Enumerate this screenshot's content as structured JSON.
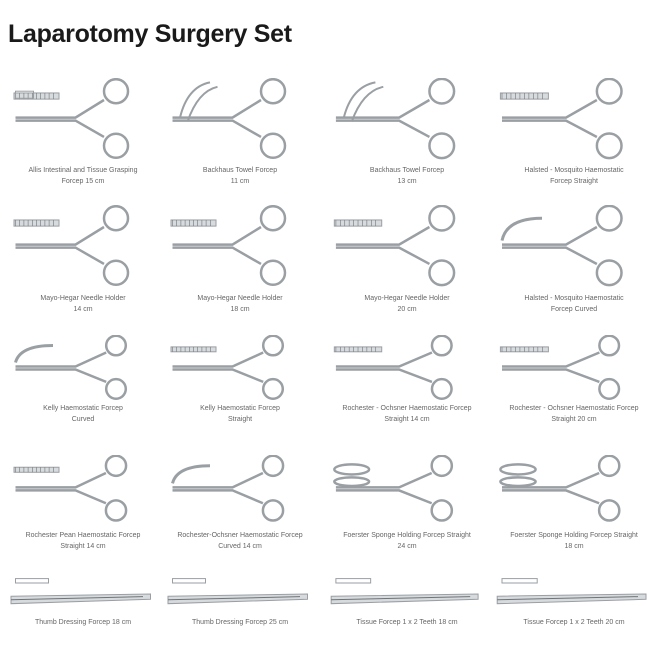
{
  "page": {
    "title": "Laparotomy Surgery Set"
  },
  "rows": [
    [
      {
        "icon": "allis-forcep-icon",
        "caption_1": "Allis Intestinal and Tissue Grasping",
        "caption_2": "Forcep 15 cm"
      },
      {
        "icon": "towel-forcep-icon",
        "caption_1": "Backhaus Towel Forcep",
        "caption_2": "11 cm"
      },
      {
        "icon": "towel-forcep-icon",
        "caption_1": "Backhaus Towel Forcep",
        "caption_2": "13 cm"
      },
      {
        "icon": "straight-forcep-icon",
        "caption_1": "Halsted - Mosquito Haemostatic",
        "caption_2": "Forcep Straight"
      }
    ],
    [
      {
        "icon": "needle-holder-icon",
        "caption_1": "Mayo-Hegar Needle Holder",
        "caption_2": "14 cm"
      },
      {
        "icon": "needle-holder-icon",
        "caption_1": "Mayo-Hegar Needle Holder",
        "caption_2": "18 cm"
      },
      {
        "icon": "needle-holder-icon",
        "caption_1": "Mayo-Hegar Needle Holder",
        "caption_2": "20 cm"
      },
      {
        "icon": "curved-forcep-icon",
        "caption_1": "Halsted - Mosquito Haemostatic",
        "caption_2": "Forcep Curved"
      }
    ],
    [
      {
        "icon": "curved-forcep-icon",
        "caption_1": "Kelly Haemostatic Forcep",
        "caption_2": "Curved"
      },
      {
        "icon": "straight-forcep-icon",
        "caption_1": "Kelly Haemostatic Forcep",
        "caption_2": "Straight"
      },
      {
        "icon": "straight-forcep-icon",
        "caption_1": "Rochester - Ochsner Haemostatic Forcep",
        "caption_2": "Straight 14 cm"
      },
      {
        "icon": "straight-forcep-icon",
        "caption_1": "Rochester - Ochsner Haemostatic Forcep",
        "caption_2": "Straight 20 cm"
      }
    ],
    [
      {
        "icon": "straight-forcep-icon",
        "caption_1": "Rochester Pean Haemostatic Forcep",
        "caption_2": "Straight 14 cm"
      },
      {
        "icon": "curved-forcep-icon",
        "caption_1": "Rochester-Ochsner Haemostatic Forcep",
        "caption_2": "Curved 14 cm"
      },
      {
        "icon": "sponge-forcep-icon",
        "caption_1": "Foerster Sponge Holding Forcep Straight",
        "caption_2": "24 cm"
      },
      {
        "icon": "sponge-forcep-icon",
        "caption_1": "Foerster Sponge Holding Forcep Straight",
        "caption_2": "18 cm"
      }
    ],
    [
      {
        "icon": "thumb-forcep-icon",
        "caption_1": "Thumb Dressing Forcep 18 cm",
        "caption_2": ""
      },
      {
        "icon": "thumb-forcep-icon",
        "caption_1": "Thumb Dressing Forcep 25 cm",
        "caption_2": ""
      },
      {
        "icon": "thumb-forcep-icon",
        "caption_1": "Tissue Forcep 1 x 2 Teeth 18 cm",
        "caption_2": ""
      },
      {
        "icon": "thumb-forcep-icon",
        "caption_1": "Tissue Forcep 1 x 2 Teeth 20 cm",
        "caption_2": ""
      }
    ]
  ]
}
